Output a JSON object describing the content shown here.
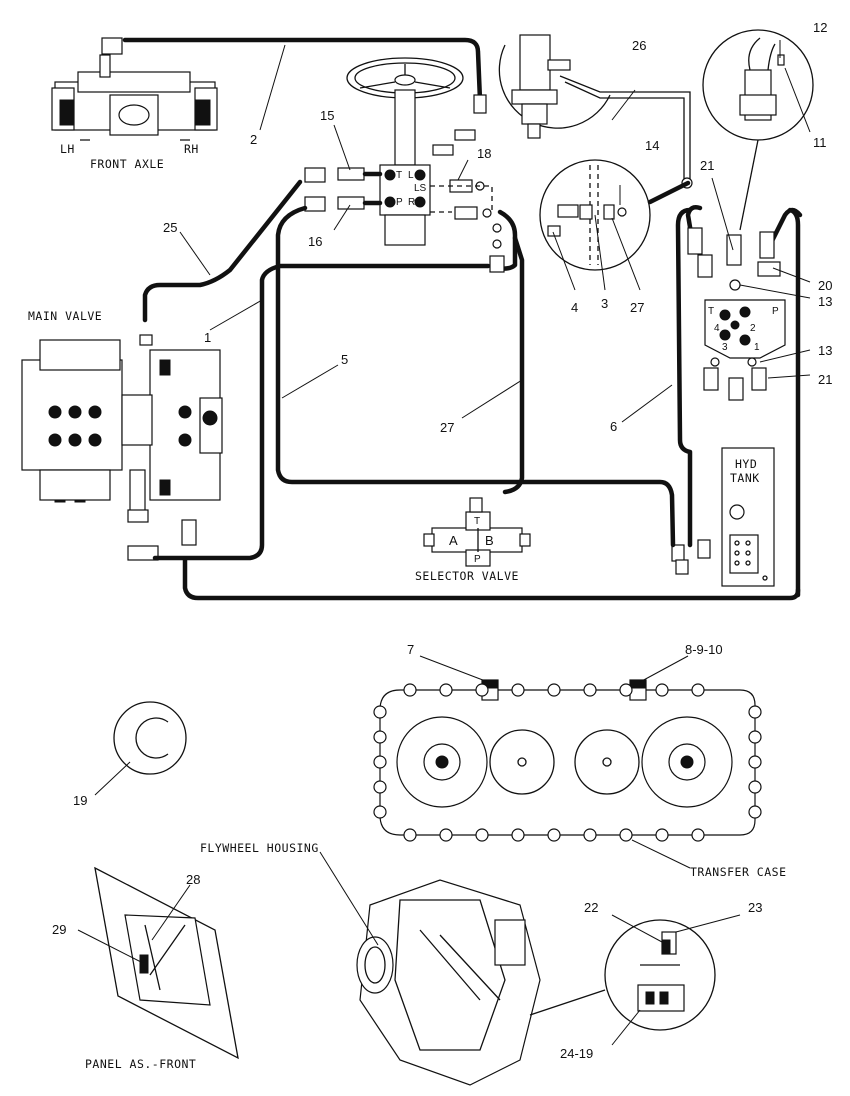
{
  "captions": {
    "front_axle": "FRONT AXLE",
    "lh": "LH",
    "rh": "RH",
    "main_valve": "MAIN VALVE",
    "selector_valve": "SELECTOR VALVE",
    "hyd_tank_1": "HYD",
    "hyd_tank_2": "TANK",
    "transfer_case": "TRANSFER CASE",
    "flywheel_housing": "FLYWHEEL HOUSING",
    "panel_front": "PANEL AS.-FRONT"
  },
  "port_labels": {
    "t": "T",
    "l": "L",
    "ls": "LS",
    "p": "P",
    "r": "R",
    "sel_t": "T",
    "sel_a": "A",
    "sel_b": "B",
    "sel_p": "P",
    "pilot_t": "T",
    "pilot_p": "P",
    "pilot_1": "1",
    "pilot_2": "2",
    "pilot_3": "3",
    "pilot_4": "4"
  },
  "callouts": {
    "c1": "1",
    "c2": "2",
    "c3": "3",
    "c4": "4",
    "c5": "5",
    "c6": "6",
    "c7": "7",
    "c8": "8-9-10",
    "c11": "11",
    "c12": "12",
    "c13a": "13",
    "c13b": "13",
    "c14": "14",
    "c15": "15",
    "c16": "16",
    "c18": "18",
    "c19": "19",
    "c20": "20",
    "c21a": "21",
    "c21b": "21",
    "c22": "22",
    "c23": "23",
    "c24": "24-19",
    "c25": "25",
    "c26": "26",
    "c27a": "27",
    "c27b": "27",
    "c28": "28",
    "c29": "29"
  }
}
